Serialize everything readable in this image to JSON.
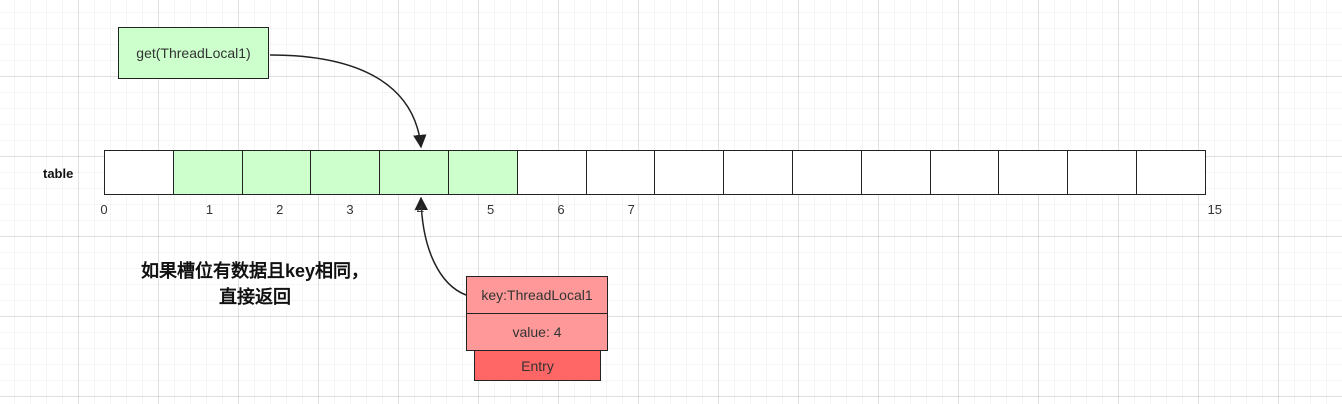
{
  "get_call": "get(ThreadLocal1)",
  "table_label": "table",
  "slots": [
    {
      "index": 0,
      "filled": false,
      "index_label": "0"
    },
    {
      "index": 1,
      "filled": true,
      "index_label": "1"
    },
    {
      "index": 2,
      "filled": true,
      "index_label": "2"
    },
    {
      "index": 3,
      "filled": true,
      "index_label": "3"
    },
    {
      "index": 4,
      "filled": true,
      "index_label": "4"
    },
    {
      "index": 5,
      "filled": true,
      "index_label": "5"
    },
    {
      "index": 6,
      "filled": false,
      "index_label": "6"
    },
    {
      "index": 7,
      "filled": false,
      "index_label": "7"
    },
    {
      "index": 8,
      "filled": false,
      "index_label": ""
    },
    {
      "index": 9,
      "filled": false,
      "index_label": ""
    },
    {
      "index": 10,
      "filled": false,
      "index_label": ""
    },
    {
      "index": 11,
      "filled": false,
      "index_label": ""
    },
    {
      "index": 12,
      "filled": false,
      "index_label": ""
    },
    {
      "index": 13,
      "filled": false,
      "index_label": ""
    },
    {
      "index": 14,
      "filled": false,
      "index_label": ""
    },
    {
      "index": 15,
      "filled": false,
      "index_label": "15"
    }
  ],
  "note": {
    "line1": "如果槽位有数据且key相同，",
    "line2": "直接返回"
  },
  "entry": {
    "key": "key:ThreadLocal1",
    "value": "value: 4",
    "label": "Entry"
  },
  "colors": {
    "slot_filled": "#ccffcc",
    "entry_fields": "#ff9999",
    "entry_label": "#ff6666",
    "get_box": "#ccffcc"
  }
}
